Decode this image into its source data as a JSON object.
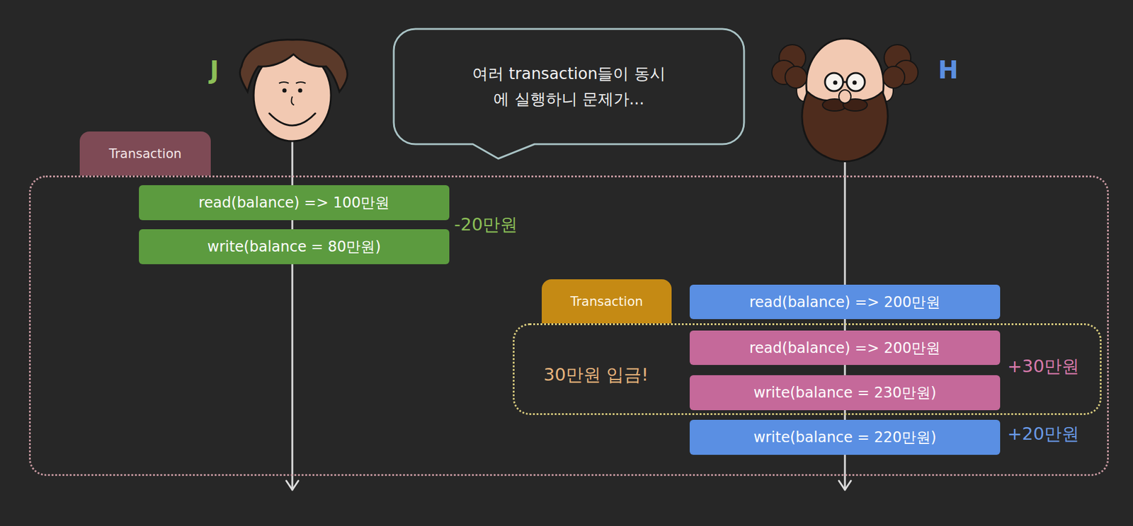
{
  "diagram": {
    "nodes": [
      {
        "text": [
          "여러 transaction들이 동시에 실행하니 문제가..."
        ]
      },
      {
        "text": [
          "Transaction"
        ]
      },
      {
        "text": [
          "read(balance) => 100만원"
        ],
        "in": 1
      },
      {
        "text": [
          "write(balance = 80만원)"
        ],
        "in": 1
      },
      {
        "text": [
          "read(balance) => 200만원"
        ],
        "in": 1
      },
      {
        "text": [
          "Transaction",
          "30만원 입금!"
        ],
        "in": 1
      },
      {
        "text": [
          "read(balance) => 200만원"
        ],
        "in": 5
      },
      {
        "text": [
          "write(balance = 230만원)"
        ],
        "in": 5
      },
      {
        "text": [
          "write(balance = 220만원)"
        ],
        "in": 1
      }
    ],
    "labels": [
      "J",
      "H",
      "-20만원",
      "+30만원",
      "+20만원"
    ]
  }
}
